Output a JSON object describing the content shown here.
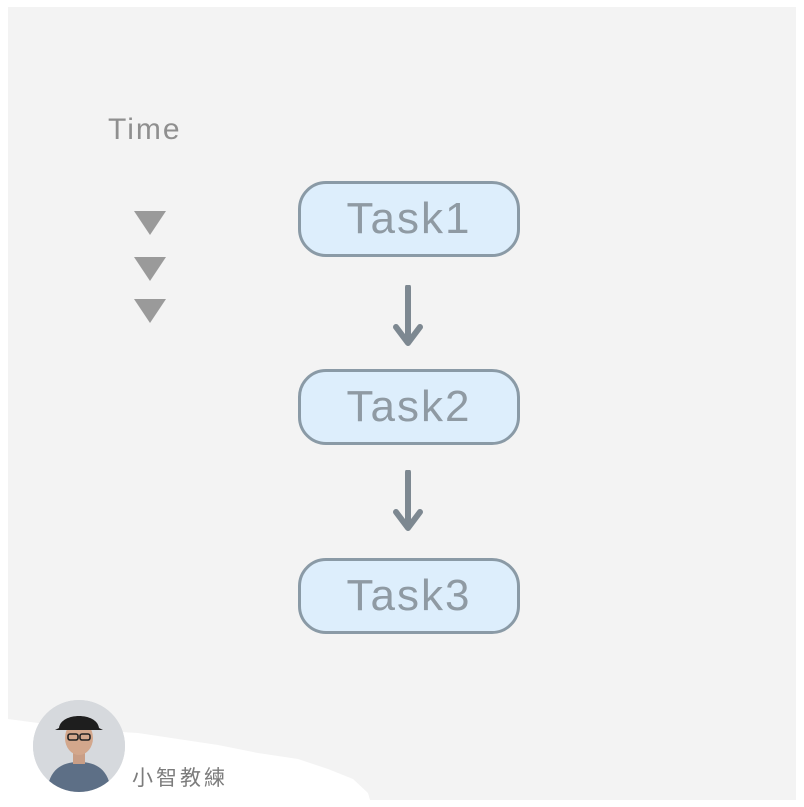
{
  "time_label": "Time",
  "tasks": [
    {
      "label": "Task1"
    },
    {
      "label": "Task2"
    },
    {
      "label": "Task3"
    }
  ],
  "brand": {
    "name": "小智教練"
  },
  "colors": {
    "background": "#f3f3f3",
    "task_fill": "#ddeefc",
    "task_border": "#8a9aa6",
    "task_text": "#8f9aa3",
    "arrow": "#7d8891",
    "triangle": "#9a9a9a"
  },
  "icons": [
    "down-triangle-icon",
    "down-arrow-icon"
  ]
}
